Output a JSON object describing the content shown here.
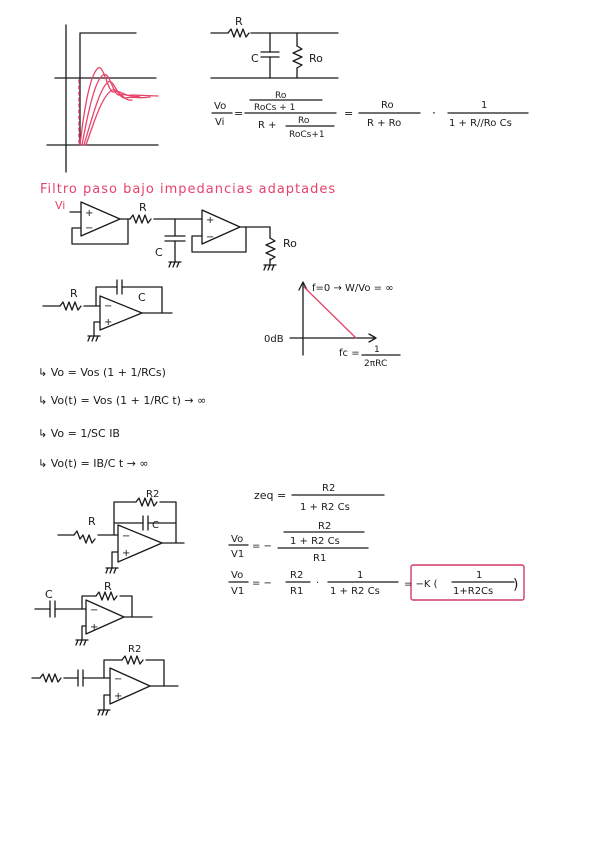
{
  "notes": {
    "section_title": "Filtro paso bajo impedancias adaptades",
    "labels": {
      "R": "R",
      "C": "C",
      "Ro": "Ro",
      "R2": "R2",
      "Vi": "Vi",
      "odB": "0dB"
    },
    "rc_transfer": {
      "lhs_num": "Vo",
      "lhs_den": "Vi",
      "mid_num": "Ro",
      "mid_num_sub": "RoCs + 1",
      "mid_den_a": "R +",
      "mid_den_b_num": "Ro",
      "mid_den_b_den": "RoCs+1",
      "eq": "=",
      "r_num": "Ro",
      "r_den": "R + Ro",
      "dot": "·",
      "f_num": "1",
      "f_den": "1 + R//Ro Cs"
    },
    "bode": {
      "top_label": "f=0 → W/Vo = ∞",
      "fc_label": "fc =",
      "fc_num": "1",
      "fc_den": "2πRC"
    },
    "integrator_notes": [
      "↳ Vo = Vos (1 + 1/RCs)",
      "↳ Vo(t) = Vos (1 + 1/RC t) → ∞",
      "↳ Vo = 1/SC IB",
      "↳ Vo(t) = IB/C t → ∞"
    ],
    "zeq": {
      "lhs": "zeq =",
      "num": "R2",
      "den": "1 + R2 Cs"
    },
    "gain1": {
      "lhs_num": "Vo",
      "lhs_den": "V1",
      "eq": "= −",
      "top": "R2",
      "mid": "1 + R2 Cs",
      "den": "R1"
    },
    "gain2": {
      "lhs_num": "Vo",
      "lhs_den": "V1",
      "eq": "= −",
      "a_num": "R2",
      "a_den": "R1",
      "b_num": "1",
      "b_den": "1 + R2 Cs",
      "boxed": "= −K (",
      "boxed_num": "1",
      "boxed_den": "1+R2Cs",
      "boxed_close": ")"
    }
  }
}
